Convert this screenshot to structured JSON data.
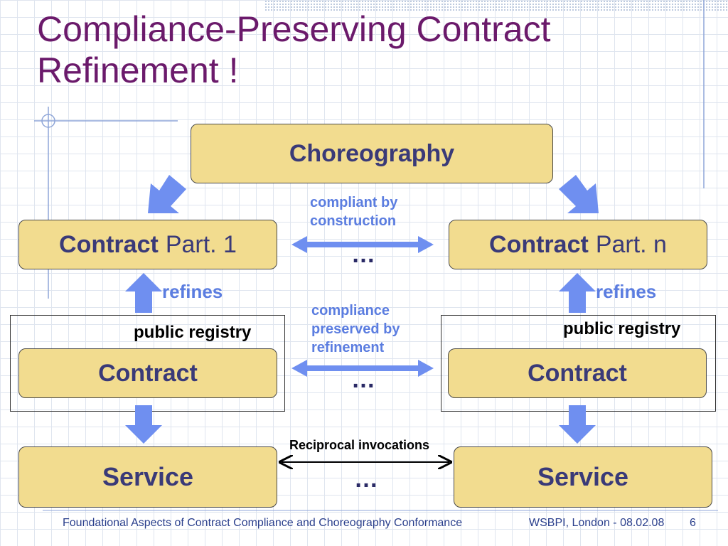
{
  "slide": {
    "title_line1": "Compliance-Preserving Contract",
    "title_line2": "Refinement !",
    "choreography": "Choreography",
    "contract_part1_bold": "Contract",
    "contract_part1_rest": "Part. 1",
    "contract_partn_bold": "Contract",
    "contract_partn_rest": "Part. n",
    "compliant_line1": "compliant by",
    "compliant_line2": "construction",
    "refines_left": "refines",
    "refines_right": "refines",
    "compliance_line1": "compliance",
    "compliance_line2": "preserved by",
    "compliance_line3": "refinement",
    "public_registry_left": "public registry",
    "public_registry_right": "public registry",
    "contract_left": "Contract",
    "contract_right": "Contract",
    "reciprocal": "Reciprocal invocations",
    "service_left": "Service",
    "service_right": "Service",
    "ellipsis_top": "…",
    "ellipsis_mid": "…",
    "ellipsis_bottom": "…"
  },
  "footer": {
    "text": "Foundational Aspects of Contract Compliance and Choreography Conformance",
    "venue": "WSBPI, London - 08.02.08",
    "page": "6"
  },
  "colors": {
    "title": "#6b1a6b",
    "box_fill": "#f2dc8f",
    "box_text": "#3a3a78",
    "arrow_blue": "#6f8ff0",
    "label_blue": "#5b7de0"
  }
}
